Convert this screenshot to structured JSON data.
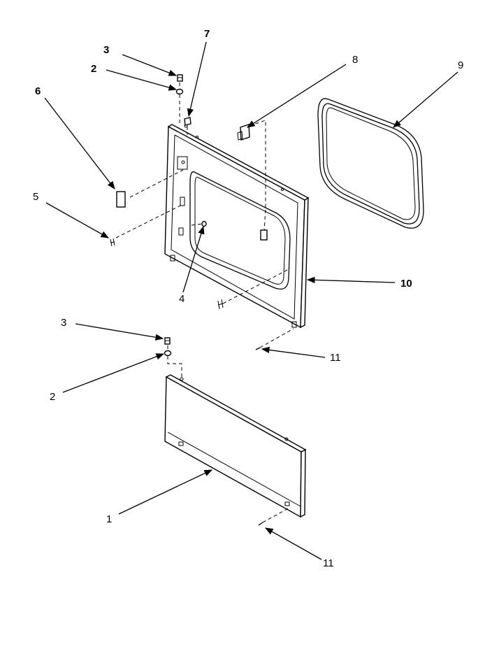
{
  "callouts": {
    "c3_top": "3",
    "c2_top": "2",
    "c7": "7",
    "c8": "8",
    "c9": "9",
    "c6": "6",
    "c5": "5",
    "c4": "4",
    "c10": "10",
    "c3_bottom": "3",
    "c11_mid": "11",
    "c2_bottom": "2",
    "c1": "1",
    "c11_bottom": "11"
  }
}
